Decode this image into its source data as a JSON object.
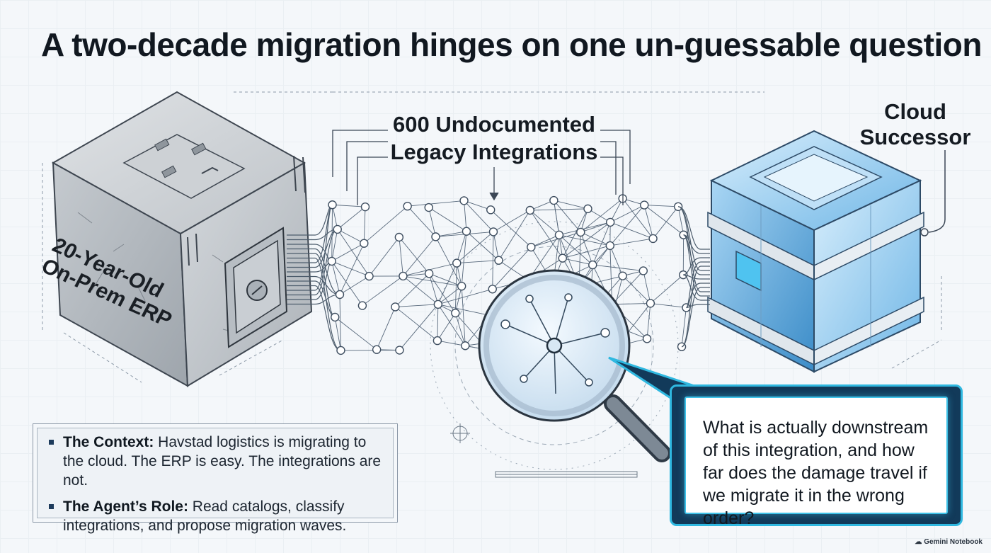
{
  "title": "A two-decade migration hinges on one un-guessable question",
  "center_label": [
    "600 Undocumented",
    "Legacy Integrations"
  ],
  "cloud_label": [
    "Cloud",
    "Successor"
  ],
  "erp_label": [
    "20-Year-Old",
    "On-Prem ERP"
  ],
  "context": {
    "items": [
      {
        "heading": "The Context:",
        "text": " Havstad logistics is migrating to the cloud. The ERP is easy. The integrations are not."
      },
      {
        "heading": "The Agent’s Role:",
        "text": " Read catalogs, classify integrations, and propose migration waves."
      }
    ]
  },
  "question": "What is actually downstream of this integration, and how far does the damage travel if we migrate it in the wrong order?",
  "footer_badge": "Gemini Notebook",
  "colors": {
    "ink": "#141a22",
    "blueprint_line": "#55687c",
    "cloud_blue": "#5fb4e6",
    "accent_cyan": "#2fb8e0",
    "panel_dark": "#123a5a",
    "concrete": "#c9cdd2"
  }
}
